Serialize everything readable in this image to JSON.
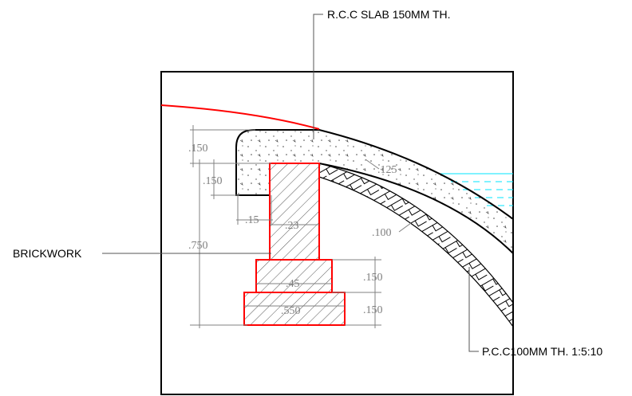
{
  "labels": {
    "slab": "R.C.C SLAB 150MM TH.",
    "brickwork": "BRICKWORK",
    "pcc": "P.C.C100MM TH. 1:5:10"
  },
  "dimensions": {
    "d150_top": ".150",
    "d150_mid": ".150",
    "d125": ".125",
    "d15": ".15",
    "d23": ".23",
    "d100": ".100",
    "d750": ".750",
    "d45": ".45",
    "d150_step1": ".150",
    "d550": ".550",
    "d150_step2": ".150"
  },
  "colors": {
    "outline": "#000000",
    "brick_outline": "#ff0000",
    "arch_curve": "#ff0000",
    "dimension": "#808080",
    "water": "#00e5ff"
  }
}
